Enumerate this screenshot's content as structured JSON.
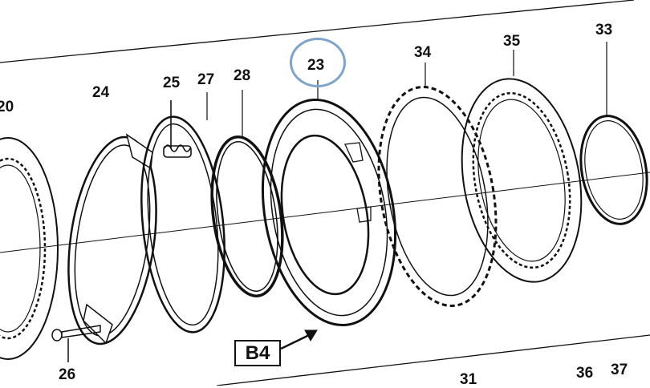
{
  "labels": {
    "p20": "20",
    "p24": "24",
    "p25": "25",
    "p27": "27",
    "p28": "28",
    "p23": "23",
    "p34": "34",
    "p35": "35",
    "p33": "33",
    "p26": "26",
    "p31": "31",
    "p36": "36",
    "p37": "37"
  },
  "callout": "B4",
  "highlight_color": "#7fa4cc"
}
